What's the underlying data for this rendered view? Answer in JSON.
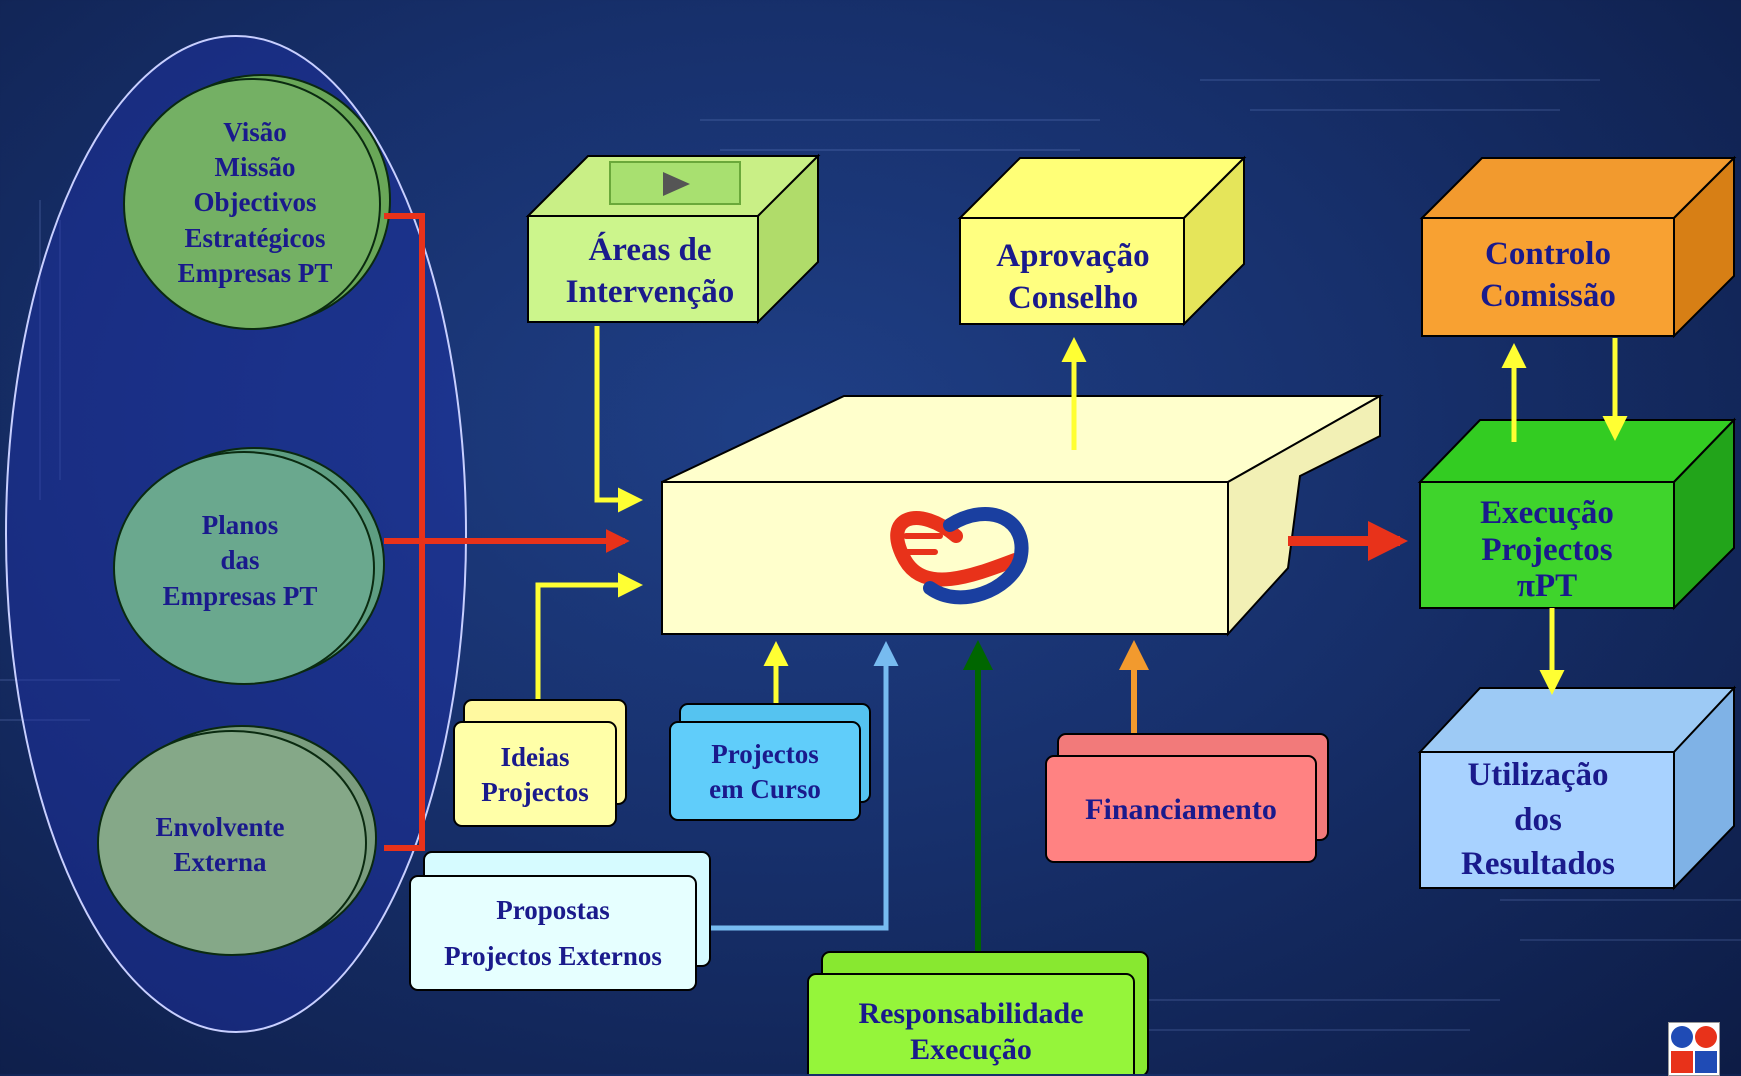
{
  "left_group": {
    "vision": [
      "Visão",
      "Missão",
      "Objectivos",
      "Estratégicos",
      "Empresas PT"
    ],
    "plans": [
      "Planos",
      "das",
      "Empresas PT"
    ],
    "external": [
      "Envolvente",
      "Externa"
    ]
  },
  "boxes": {
    "areas": [
      "Áreas de",
      "Intervenção"
    ],
    "approval": [
      "Aprovação",
      "Conselho"
    ],
    "control": [
      "Controlo",
      "Comissão"
    ],
    "execution": [
      "Execução",
      "Projectos",
      "πPT"
    ],
    "results": [
      "Utilização",
      "dos",
      "Resultados"
    ]
  },
  "inputs": {
    "ideas": [
      "Ideias",
      "Projectos"
    ],
    "ongoing": [
      "Projectos",
      "em Curso"
    ],
    "funding": [
      "Financiamento"
    ],
    "proposals": [
      "Propostas",
      "Projectos Externos"
    ],
    "responsibility": [
      "Responsabilidade",
      "Execução"
    ]
  },
  "colors": {
    "red": "#e8321a",
    "yellow": "#ffff33",
    "light_blue": "#77bbf0",
    "dark_green": "#006600",
    "orange": "#f29a2e"
  }
}
